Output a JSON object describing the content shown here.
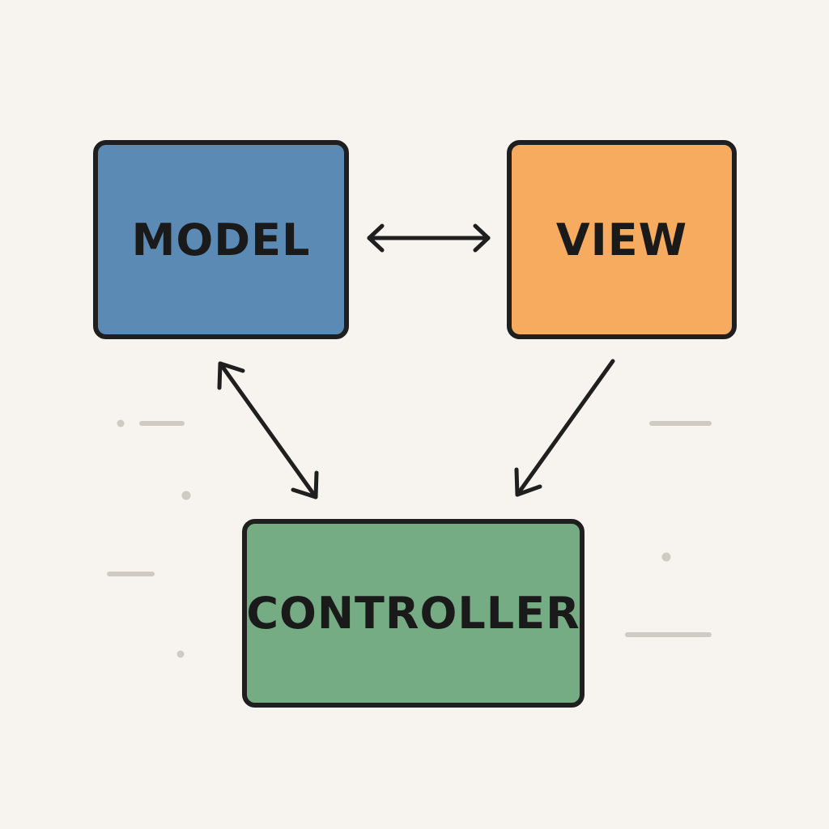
{
  "diagram": {
    "nodes": [
      {
        "id": "model",
        "label": "MODEL",
        "color": "#5b8ab5"
      },
      {
        "id": "view",
        "label": "VIEW",
        "color": "#f6ab5e"
      },
      {
        "id": "controller",
        "label": "CONTROLLER",
        "color": "#76ac84"
      }
    ],
    "edges": [
      {
        "from": "model",
        "to": "view",
        "direction": "both"
      },
      {
        "from": "controller",
        "to": "model",
        "direction": "both"
      },
      {
        "from": "view",
        "to": "controller",
        "direction": "forward"
      }
    ]
  },
  "colors": {
    "background": "#f7f3ee",
    "outline": "#1f1f1f",
    "decoration": "#cfcac3"
  }
}
